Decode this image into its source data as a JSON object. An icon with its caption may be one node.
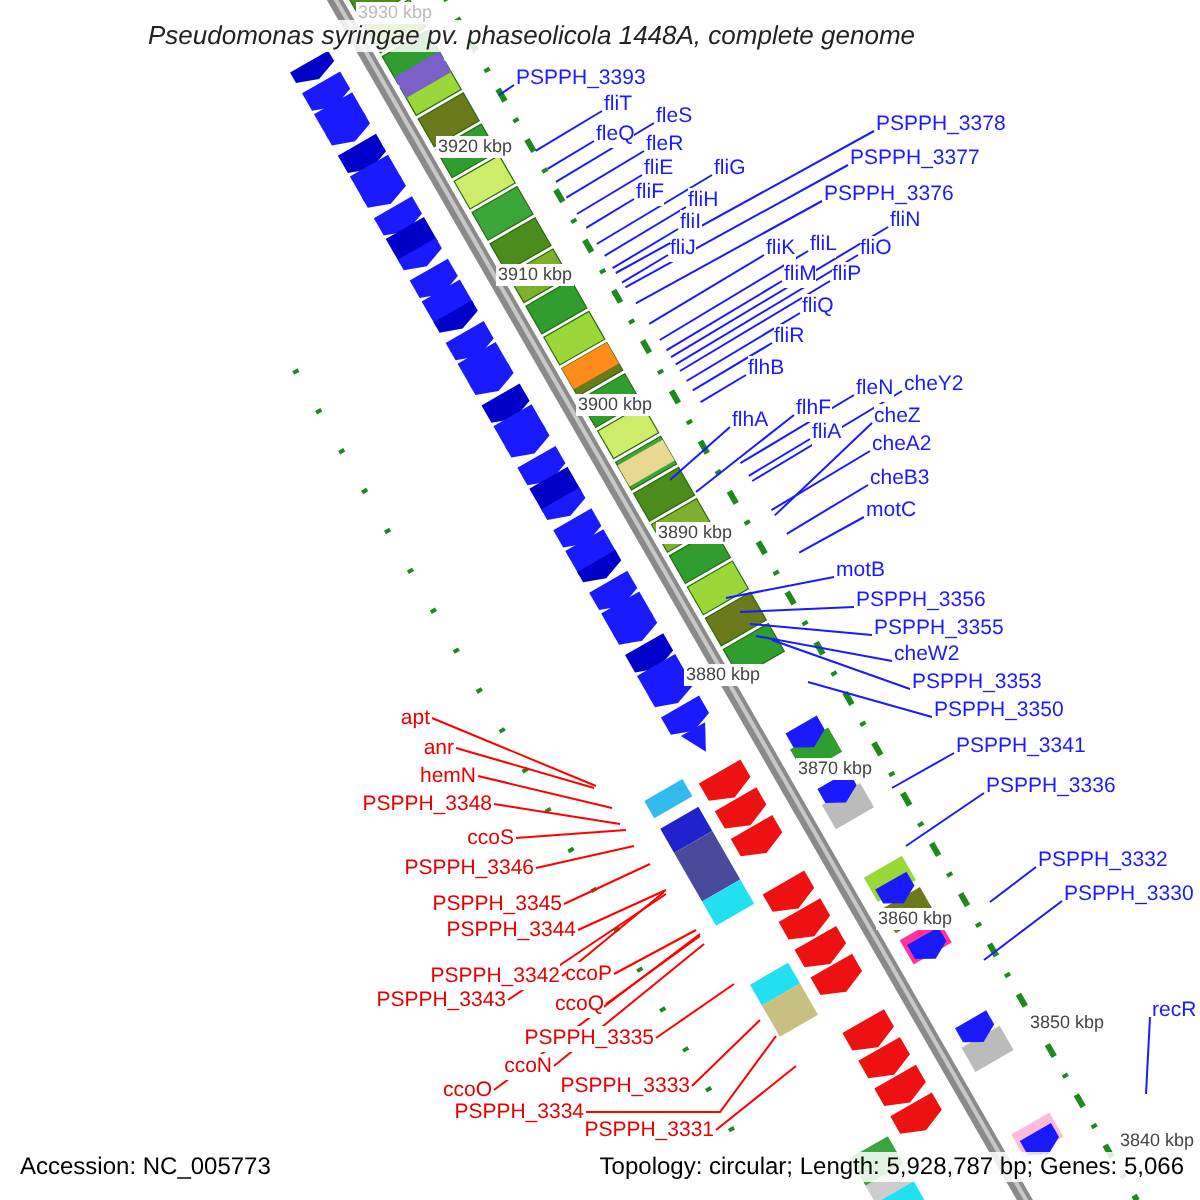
{
  "diagram": {
    "title": "Pseudomonas syringae pv. phaseolicola 1448A, complete genome",
    "nodes": [
      {
        "text": [
          "PSPPH_3393"
        ]
      },
      {
        "text": [
          "fliT"
        ]
      },
      {
        "text": [
          "fleS"
        ]
      },
      {
        "text": [
          "PSPPH_3378"
        ]
      },
      {
        "text": [
          "fleQ"
        ]
      },
      {
        "text": [
          "fleR"
        ]
      },
      {
        "text": [
          "PSPPH_3377"
        ]
      },
      {
        "text": [
          "fliE"
        ]
      },
      {
        "text": [
          "fliG"
        ]
      },
      {
        "text": [
          "PSPPH_3376"
        ]
      },
      {
        "text": [
          "fliF"
        ]
      },
      {
        "text": [
          "fliH"
        ]
      },
      {
        "text": [
          "fliN"
        ]
      },
      {
        "text": [
          "fliI"
        ]
      },
      {
        "text": [
          "fliL"
        ]
      },
      {
        "text": [
          "fliJ"
        ]
      },
      {
        "text": [
          "fliK"
        ]
      },
      {
        "text": [
          "fliO"
        ]
      },
      {
        "text": [
          "fliM"
        ]
      },
      {
        "text": [
          "fliP"
        ]
      },
      {
        "text": [
          "fliQ"
        ]
      },
      {
        "text": [
          "fliR"
        ]
      },
      {
        "text": [
          "flhB"
        ]
      },
      {
        "text": [
          "cheY2"
        ]
      },
      {
        "text": [
          "fleN"
        ]
      },
      {
        "text": [
          "flhF"
        ]
      },
      {
        "text": [
          "cheZ"
        ]
      },
      {
        "text": [
          "flhA"
        ]
      },
      {
        "text": [
          "fliA"
        ]
      },
      {
        "text": [
          "cheA2"
        ]
      },
      {
        "text": [
          "cheB3"
        ]
      },
      {
        "text": [
          "motC"
        ]
      },
      {
        "text": [
          "motB"
        ]
      },
      {
        "text": [
          "PSPPH_3356"
        ]
      },
      {
        "text": [
          "PSPPH_3355"
        ]
      },
      {
        "text": [
          "cheW2"
        ]
      },
      {
        "text": [
          "PSPPH_3353"
        ]
      },
      {
        "text": [
          "PSPPH_3350"
        ]
      },
      {
        "text": [
          "PSPPH_3341"
        ]
      },
      {
        "text": [
          "PSPPH_3336"
        ]
      },
      {
        "text": [
          "PSPPH_3332"
        ]
      },
      {
        "text": [
          "PSPPH_3330"
        ]
      },
      {
        "text": [
          "recR"
        ]
      },
      {
        "text": [
          "apt"
        ]
      },
      {
        "text": [
          "anr"
        ]
      },
      {
        "text": [
          "hemN"
        ]
      },
      {
        "text": [
          "PSPPH_3348"
        ]
      },
      {
        "text": [
          "ccoS"
        ]
      },
      {
        "text": [
          "PSPPH_3346"
        ]
      },
      {
        "text": [
          "PSPPH_3345"
        ]
      },
      {
        "text": [
          "PSPPH_3344"
        ]
      },
      {
        "text": [
          "PSPPH_3342"
        ]
      },
      {
        "text": [
          "ccoP"
        ]
      },
      {
        "text": [
          "PSPPH_3343"
        ]
      },
      {
        "text": [
          "ccoQ"
        ]
      },
      {
        "text": [
          "PSPPH_3335"
        ]
      },
      {
        "text": [
          "ccoN"
        ]
      },
      {
        "text": [
          "ccoO"
        ]
      },
      {
        "text": [
          "PSPPH_3333"
        ]
      },
      {
        "text": [
          "PSPPH_3334"
        ]
      },
      {
        "text": [
          "PSPPH_3331"
        ]
      }
    ],
    "edges": [
      {
        "from": 0,
        "to": null,
        "arrow": "none"
      },
      {
        "from": 1,
        "to": null,
        "arrow": "none"
      },
      {
        "from": 2,
        "to": null,
        "arrow": "none"
      },
      {
        "from": 3,
        "to": null,
        "arrow": "none"
      },
      {
        "from": 4,
        "to": null,
        "arrow": "none"
      },
      {
        "from": 5,
        "to": null,
        "arrow": "none"
      },
      {
        "from": 6,
        "to": null,
        "arrow": "none"
      },
      {
        "from": 7,
        "to": null,
        "arrow": "none"
      },
      {
        "from": 8,
        "to": null,
        "arrow": "none"
      },
      {
        "from": 9,
        "to": null,
        "arrow": "none"
      },
      {
        "from": 10,
        "to": null,
        "arrow": "none"
      },
      {
        "from": 11,
        "to": null,
        "arrow": "none"
      },
      {
        "from": 12,
        "to": null,
        "arrow": "none"
      },
      {
        "from": 13,
        "to": null,
        "arrow": "none"
      },
      {
        "from": 14,
        "to": null,
        "arrow": "none"
      },
      {
        "from": 15,
        "to": null,
        "arrow": "none"
      },
      {
        "from": 16,
        "to": null,
        "arrow": "none"
      },
      {
        "from": 17,
        "to": null,
        "arrow": "none"
      },
      {
        "from": 18,
        "to": null,
        "arrow": "none"
      },
      {
        "from": 19,
        "to": null,
        "arrow": "none"
      },
      {
        "from": 20,
        "to": null,
        "arrow": "none"
      },
      {
        "from": 21,
        "to": null,
        "arrow": "none"
      },
      {
        "from": 22,
        "to": null,
        "arrow": "none"
      },
      {
        "from": 23,
        "to": null,
        "arrow": "none"
      },
      {
        "from": 24,
        "to": null,
        "arrow": "none"
      },
      {
        "from": 25,
        "to": null,
        "arrow": "none"
      },
      {
        "from": 26,
        "to": null,
        "arrow": "none"
      },
      {
        "from": 27,
        "to": null,
        "arrow": "none"
      },
      {
        "from": 28,
        "to": null,
        "arrow": "none"
      },
      {
        "from": 29,
        "to": null,
        "arrow": "none"
      },
      {
        "from": 30,
        "to": null,
        "arrow": "none"
      },
      {
        "from": 31,
        "to": null,
        "arrow": "none"
      },
      {
        "from": 32,
        "to": null,
        "arrow": "none"
      },
      {
        "from": 33,
        "to": null,
        "arrow": "none"
      },
      {
        "from": 34,
        "to": null,
        "arrow": "none"
      },
      {
        "from": 35,
        "to": null,
        "arrow": "none"
      },
      {
        "from": 36,
        "to": null,
        "arrow": "none"
      },
      {
        "from": 37,
        "to": null,
        "arrow": "none"
      },
      {
        "from": 38,
        "to": null,
        "arrow": "none"
      },
      {
        "from": 39,
        "to": null,
        "arrow": "none"
      },
      {
        "from": 40,
        "to": null,
        "arrow": "none"
      },
      {
        "from": 41,
        "to": null,
        "arrow": "none"
      },
      {
        "from": 42,
        "to": null,
        "arrow": "none"
      },
      {
        "from": 43,
        "to": null,
        "arrow": "none",
        "color": "#ff0000"
      },
      {
        "from": 44,
        "to": null,
        "arrow": "none",
        "color": "#ff0000"
      },
      {
        "from": 45,
        "to": null,
        "arrow": "none",
        "color": "#ff0000"
      },
      {
        "from": 46,
        "to": null,
        "arrow": "none",
        "color": "#ff0000"
      },
      {
        "from": 47,
        "to": null,
        "arrow": "none",
        "color": "#ff0000"
      },
      {
        "from": 48,
        "to": null,
        "arrow": "none",
        "color": "#ff0000"
      },
      {
        "from": 49,
        "to": null,
        "arrow": "none",
        "color": "#ff0000"
      },
      {
        "from": 50,
        "to": null,
        "arrow": "none",
        "color": "#ff0000"
      },
      {
        "from": 51,
        "to": null,
        "arrow": "none",
        "color": "#ff0000"
      },
      {
        "from": 52,
        "to": null,
        "arrow": "none",
        "color": "#ff0000"
      },
      {
        "from": 53,
        "to": null,
        "arrow": "none",
        "color": "#ff0000"
      },
      {
        "from": 54,
        "to": null,
        "arrow": "none",
        "color": "#ff0000"
      },
      {
        "from": 55,
        "to": null,
        "arrow": "none",
        "color": "#ff0000"
      },
      {
        "from": 56,
        "to": null,
        "arrow": "none",
        "color": "#ff0000"
      },
      {
        "from": 57,
        "to": null,
        "arrow": "none",
        "color": "#ff0000"
      },
      {
        "from": 58,
        "to": null,
        "arrow": "none",
        "color": "#ff0000"
      },
      {
        "from": 59,
        "to": null,
        "arrow": "none",
        "color": "#ff0000"
      },
      {
        "from": 60,
        "to": null,
        "arrow": "none",
        "color": "#ff0000"
      }
    ],
    "labels": [
      "3930 kbp",
      "3920 kbp",
      "3910 kbp",
      "3900 kbp",
      "3890 kbp",
      "3880 kbp",
      "3870 kbp",
      "3860 kbp",
      "3850 kbp",
      "3840 kbp",
      "Accession: NC_005773",
      "Topology: circular; Length: 5,928,787 bp; Genes: 5,066"
    ]
  }
}
